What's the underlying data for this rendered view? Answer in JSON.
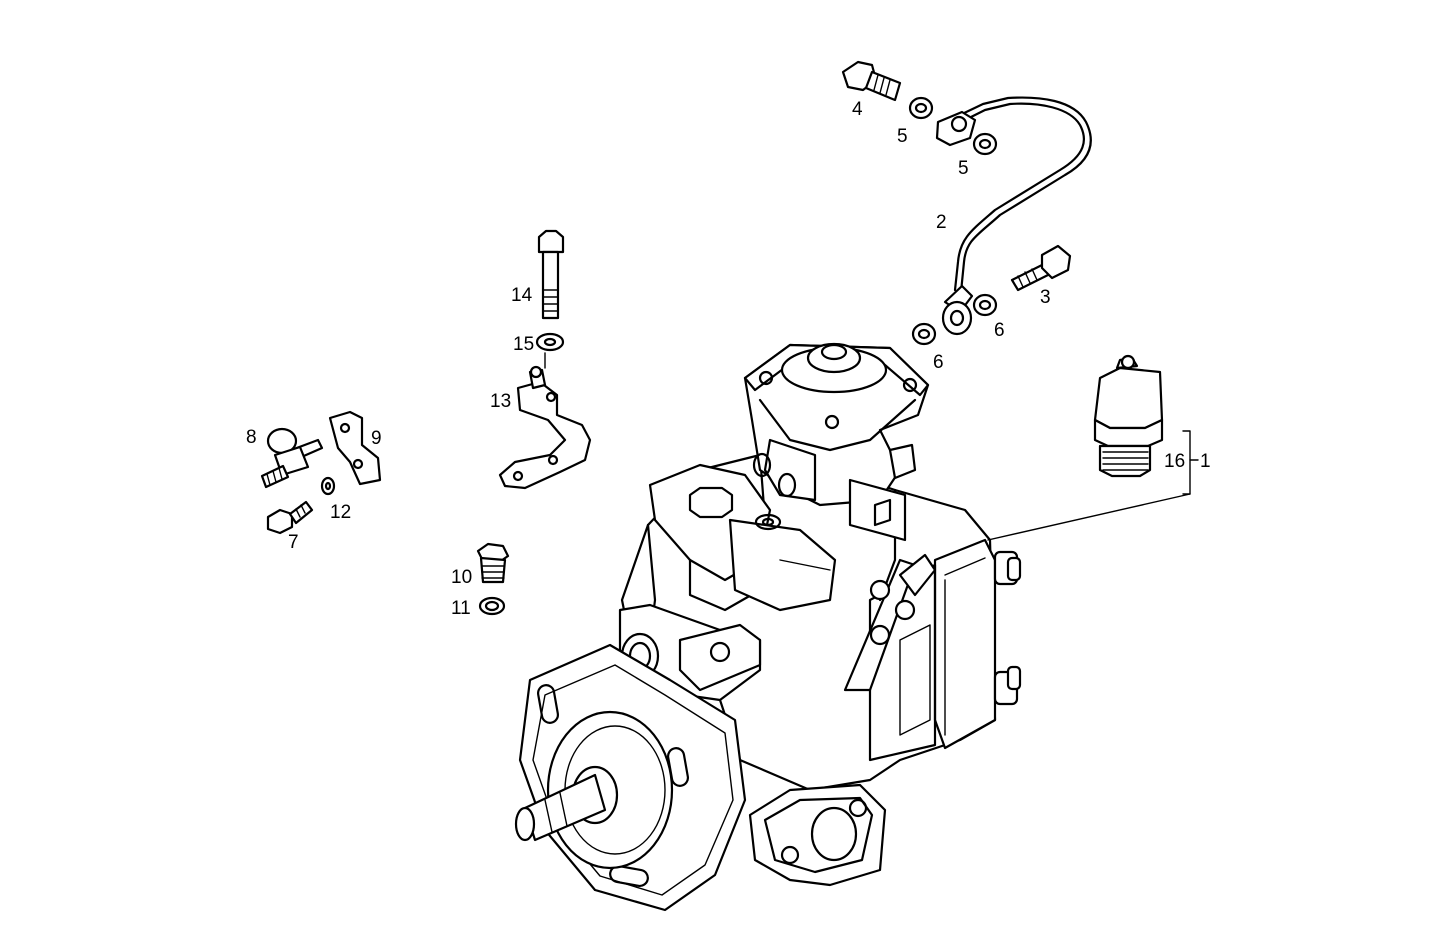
{
  "colors": {
    "background": "#ffffff",
    "ink": "#000000"
  },
  "callouts": {
    "c1": "1",
    "c2": "2",
    "c3": "3",
    "c4": "4",
    "c5a": "5",
    "c5b": "5",
    "c6a": "6",
    "c6b": "6",
    "c7": "7",
    "c8": "8",
    "c9": "9",
    "c10": "10",
    "c11": "11",
    "c12": "12",
    "c13": "13",
    "c14": "14",
    "c15": "15",
    "c16": "16"
  }
}
